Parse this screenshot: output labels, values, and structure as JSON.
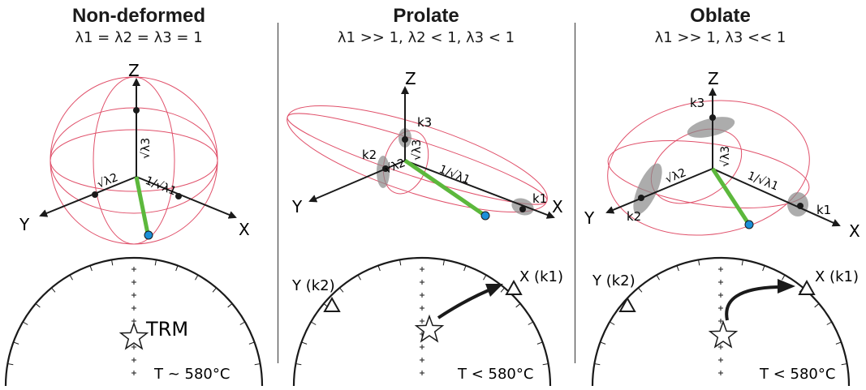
{
  "panels": [
    {
      "title": "Non-deformed",
      "subtitle": "λ1 = λ2 = λ3 = 1",
      "axes": {
        "z": "Z",
        "x": "X",
        "y": "Y"
      },
      "radius_labels": {
        "r3": "√λ3",
        "r2": "√λ2",
        "r1": "1/√λ1"
      },
      "stereonet": {
        "center_label": "TRM",
        "temp": "T ~ 580°C"
      }
    },
    {
      "title": "Prolate",
      "subtitle": "λ1 >> 1, λ2 < 1, λ3 < 1",
      "axes": {
        "z": "Z",
        "x": "X",
        "y": "Y"
      },
      "radius_labels": {
        "r3": "√λ3",
        "r2": "√λ2",
        "r1": "1/√λ1"
      },
      "k_labels": {
        "k1": "k1",
        "k2": "k2",
        "k3": "k3"
      },
      "stereonet": {
        "y_label": "Y (k2)",
        "x_label": "X (k1)",
        "temp": "T < 580°C"
      }
    },
    {
      "title": "Oblate",
      "subtitle": "λ1 >> 1, λ3 << 1",
      "axes": {
        "z": "Z",
        "x": "X",
        "y": "Y"
      },
      "radius_labels": {
        "r3": "√λ3",
        "r2": "√λ2",
        "r1": "1/√λ1"
      },
      "k_labels": {
        "k1": "k1",
        "k2": "k2",
        "k3": "k3"
      },
      "stereonet": {
        "y_label": "Y (k2)",
        "x_label": "X (k1)",
        "temp": "T < 580°C"
      }
    }
  ],
  "colors": {
    "ellipsoid": "#e0506a",
    "vector": "#5cb83c",
    "dot": "#1a8fd8",
    "shade": "#8a8a8a",
    "ink": "#1a1a1a"
  }
}
